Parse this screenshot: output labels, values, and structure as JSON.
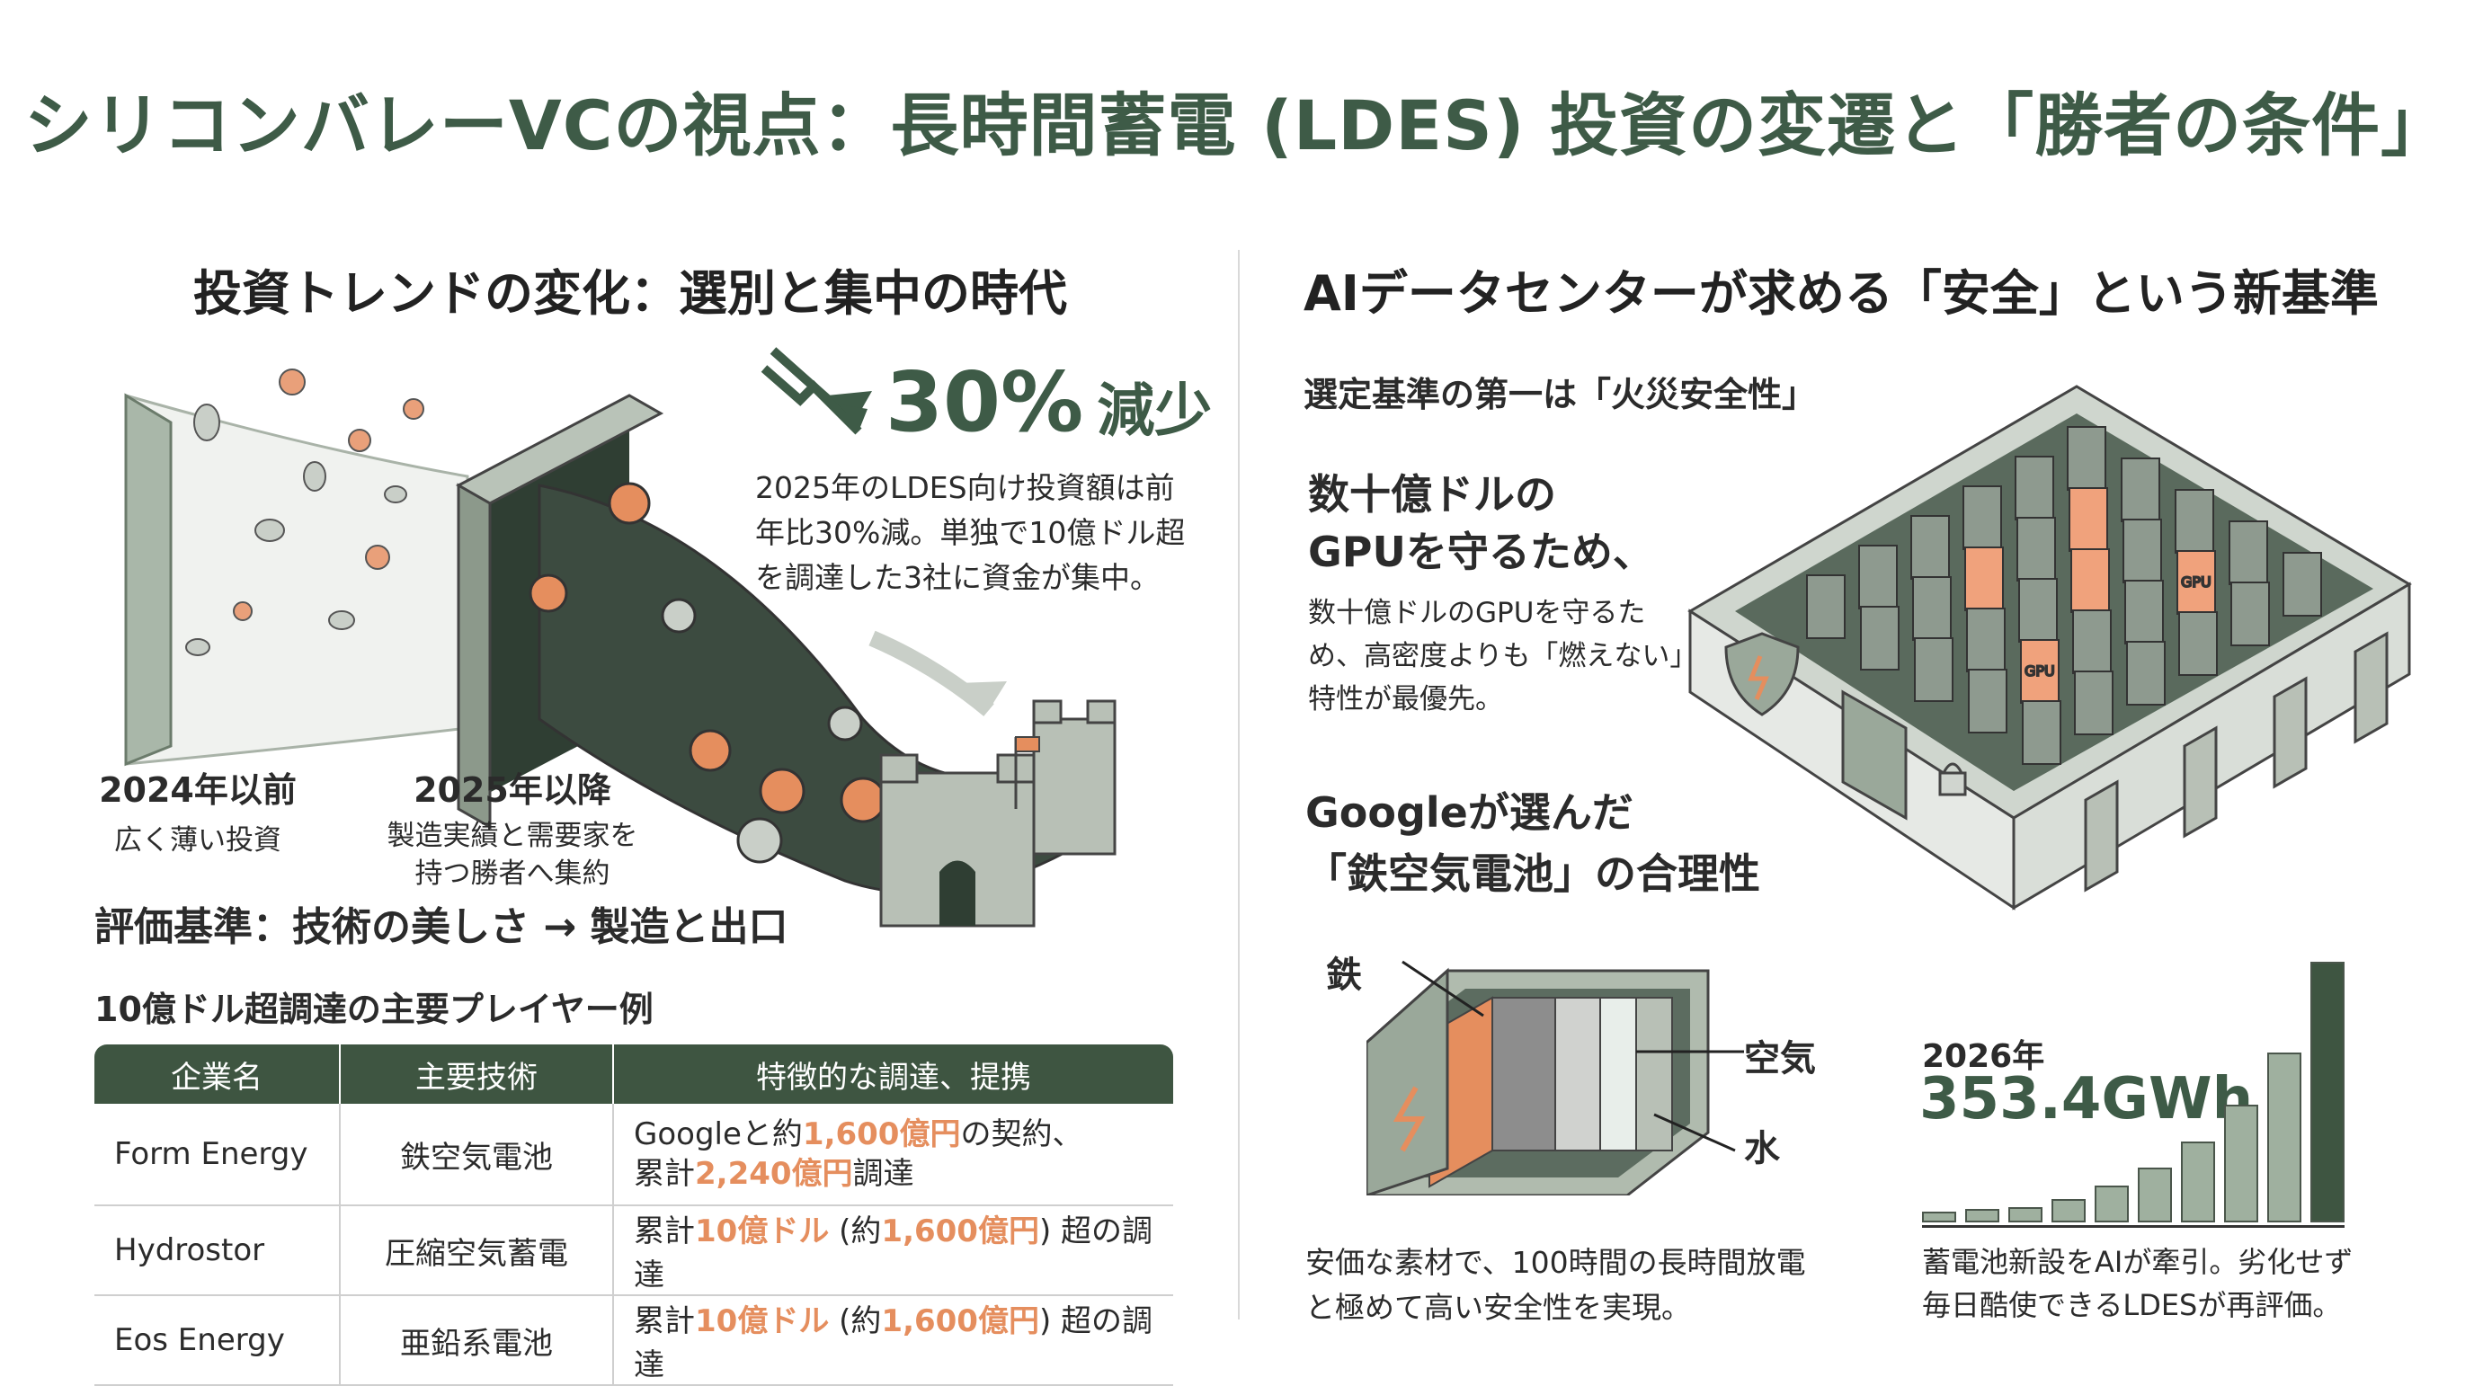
{
  "title": "シリコンバレーVCの視点：長時間蓄電 (LDES) 投資の変遷と「勝者の条件」",
  "left": {
    "heading": "投資トレンドの変化：選別と集中の時代",
    "decline": {
      "number": "30%",
      "label": "減少"
    },
    "decline_text": [
      "2025年のLDES向け投資額は前",
      "年比30%減。単独で10億ドル超",
      "を調達した3社に資金が集中。"
    ],
    "before": {
      "title": "2024年以前",
      "desc": "広く薄い投資"
    },
    "after": {
      "title": "2025年以降",
      "desc": [
        "製造実績と需要家を",
        "持つ勝者へ集約"
      ]
    },
    "criteria": "評価基準：技術の美しさ → 製造と出口",
    "table_title": "10億ドル超調達の主要プレイヤー例",
    "table": {
      "headers": [
        "企業名",
        "主要技術",
        "特徴的な調達、提携"
      ],
      "rows": [
        {
          "company": "Form Energy",
          "tech": "鉄空気電池",
          "deal": [
            [
              "Googleと約",
              ""
            ],
            [
              "1,600億円",
              "o"
            ],
            [
              "の契約、",
              ""
            ]
          ],
          "deal2": [
            [
              "累計",
              ""
            ],
            [
              "2,240億円",
              "o"
            ],
            [
              "調達",
              ""
            ]
          ]
        },
        {
          "company": "Hydrostor",
          "tech": "圧縮空気蓄電",
          "deal": [
            [
              "累計",
              ""
            ],
            [
              "10億ドル",
              "o"
            ],
            [
              " (約",
              ""
            ],
            [
              "1,600億円",
              "o"
            ],
            [
              ") 超の調達",
              ""
            ]
          ]
        },
        {
          "company": "Eos Energy",
          "tech": "亜鉛系電池",
          "deal": [
            [
              "累計",
              ""
            ],
            [
              "10億ドル",
              "o"
            ],
            [
              " (約",
              ""
            ],
            [
              "1,600億円",
              "o"
            ],
            [
              ") 超の調達",
              ""
            ]
          ]
        }
      ]
    }
  },
  "right": {
    "heading": "AIデータセンターが求める「安全」という新基準",
    "criteria_first": "選定基準の第一は「火災安全性」",
    "gpu_heading": [
      "数十億ドルの",
      "GPUを守るため、"
    ],
    "gpu_text": [
      "数十億ドルのGPUを守るた",
      "め、高密度よりも「燃えない」",
      "特性が最優先。"
    ],
    "gpu_label": "GPU",
    "google_heading": [
      "Googleが選んだ",
      "「鉄空気電池」の合理性"
    ],
    "labels": {
      "iron": "鉄",
      "air": "空気",
      "water": "水"
    },
    "battery_text": [
      "安価な素材で、100時間の長時間放電",
      "と極めて高い安全性を実現。"
    ],
    "year": "2026年",
    "gwh": "353.4GWh",
    "gwh_text": [
      "蓄電池新設をAIが牽引。劣化せず",
      "毎日酷使できるLDESが再評価。"
    ],
    "bars": [
      0.04,
      0.05,
      0.06,
      0.09,
      0.14,
      0.21,
      0.31,
      0.45,
      0.65,
      1.0
    ]
  },
  "colors": {
    "green": "#3e5b47",
    "orange": "#e58e5e",
    "table_header": "#3e5541"
  }
}
